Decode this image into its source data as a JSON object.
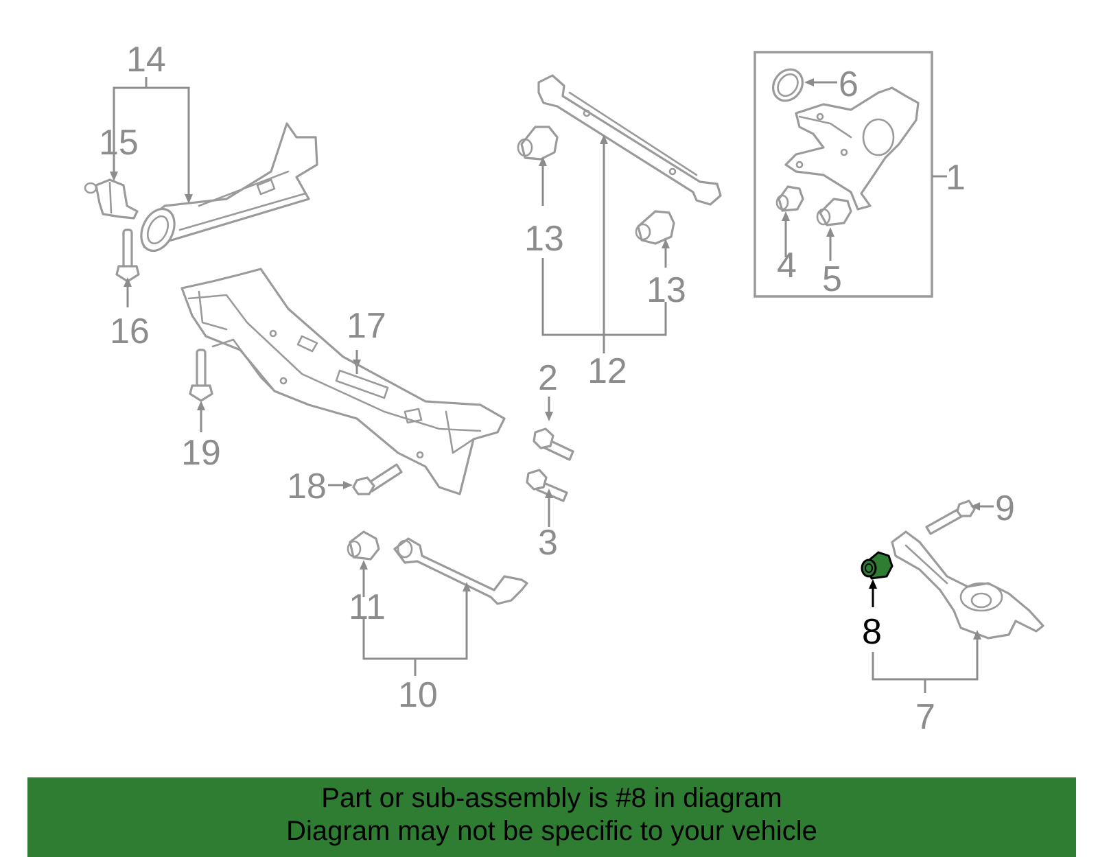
{
  "callouts": {
    "c1": "1",
    "c2": "2",
    "c3": "3",
    "c4": "4",
    "c5": "5",
    "c6": "6",
    "c7": "7",
    "c8": "8",
    "c9": "9",
    "c10": "10",
    "c11": "11",
    "c12": "12",
    "c13a": "13",
    "c13b": "13",
    "c14": "14",
    "c15": "15",
    "c16": "16",
    "c17": "17",
    "c18": "18",
    "c19": "19"
  },
  "highlighted_part": "8",
  "colors": {
    "highlight": "#2e7d32",
    "line_art": "#9a9a9a",
    "callout_text": "#8c8c8c",
    "highlight_text": "#000000"
  },
  "banner": {
    "line1": "Part or sub-assembly is #8 in diagram",
    "line2": "Diagram may not be specific to your vehicle"
  }
}
